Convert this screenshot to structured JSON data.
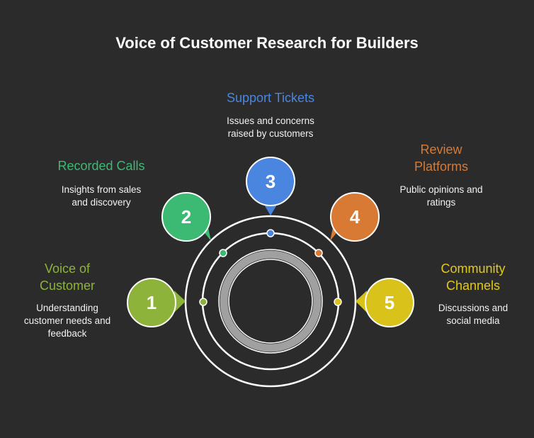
{
  "title": "Voice of Customer Research for Builders",
  "items": [
    {
      "number": "1",
      "heading": "Voice of Customer",
      "heading_lines": [
        "Voice of",
        "Customer"
      ],
      "description": "Understanding customer needs and feedback",
      "description_lines": [
        "Understanding",
        "customer needs and",
        "feedback"
      ],
      "color": "#8db33a"
    },
    {
      "number": "2",
      "heading": "Recorded Calls",
      "heading_lines": [
        "Recorded Calls"
      ],
      "description": "Insights from sales and discovery",
      "description_lines": [
        "Insights from sales",
        "and discovery"
      ],
      "color": "#3cba74"
    },
    {
      "number": "3",
      "heading": "Support Tickets",
      "heading_lines": [
        "Support Tickets"
      ],
      "description": "Issues and concerns raised by customers",
      "description_lines": [
        "Issues and concerns",
        "raised by customers"
      ],
      "color": "#4a86e0"
    },
    {
      "number": "4",
      "heading": "Review Platforms",
      "heading_lines": [
        "Review",
        "Platforms"
      ],
      "description": "Public opinions and ratings",
      "description_lines": [
        "Public opinions and",
        "ratings"
      ],
      "color": "#d87a33"
    },
    {
      "number": "5",
      "heading": "Community Channels",
      "heading_lines": [
        "Community",
        "Channels"
      ],
      "description": "Discussions and social media",
      "description_lines": [
        "Discussions and",
        "social media"
      ],
      "color": "#d9c21a"
    }
  ]
}
